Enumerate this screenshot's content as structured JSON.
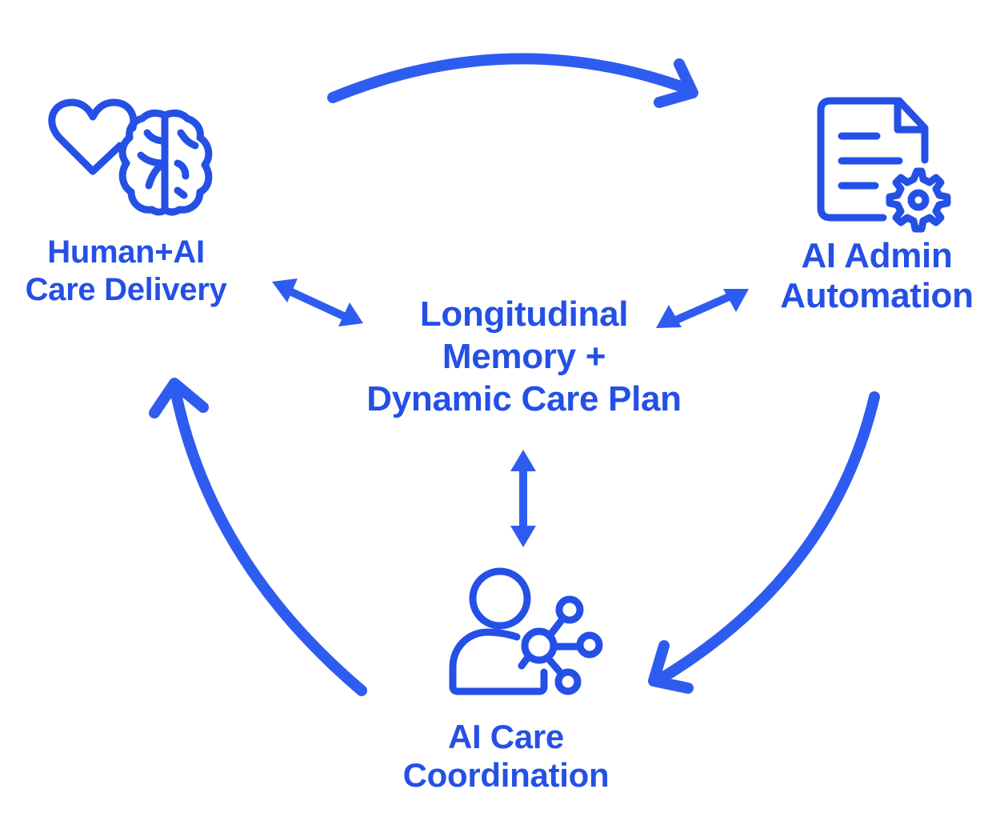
{
  "diagram": {
    "type": "cycle",
    "accent_color": "#2450e6",
    "background_color": "#ffffff",
    "center": {
      "lines": [
        "Longitudinal",
        "Memory +",
        "Dynamic Care Plan"
      ]
    },
    "nodes": [
      {
        "id": "human_ai",
        "icon": "heart-brain-icon",
        "lines": [
          "Human+AI",
          "Care Delivery"
        ]
      },
      {
        "id": "admin",
        "icon": "document-gear-icon",
        "lines": [
          "AI Admin",
          "Automation"
        ]
      },
      {
        "id": "coordination",
        "icon": "person-network-icon",
        "lines": [
          "AI Care",
          "Coordination"
        ]
      }
    ],
    "cycle_arrows": [
      {
        "from": "human_ai",
        "to": "admin"
      },
      {
        "from": "admin",
        "to": "coordination"
      },
      {
        "from": "coordination",
        "to": "human_ai"
      }
    ],
    "bidirectional_arrows": [
      {
        "between": [
          "center",
          "human_ai"
        ]
      },
      {
        "between": [
          "center",
          "admin"
        ]
      },
      {
        "between": [
          "center",
          "coordination"
        ]
      }
    ]
  }
}
